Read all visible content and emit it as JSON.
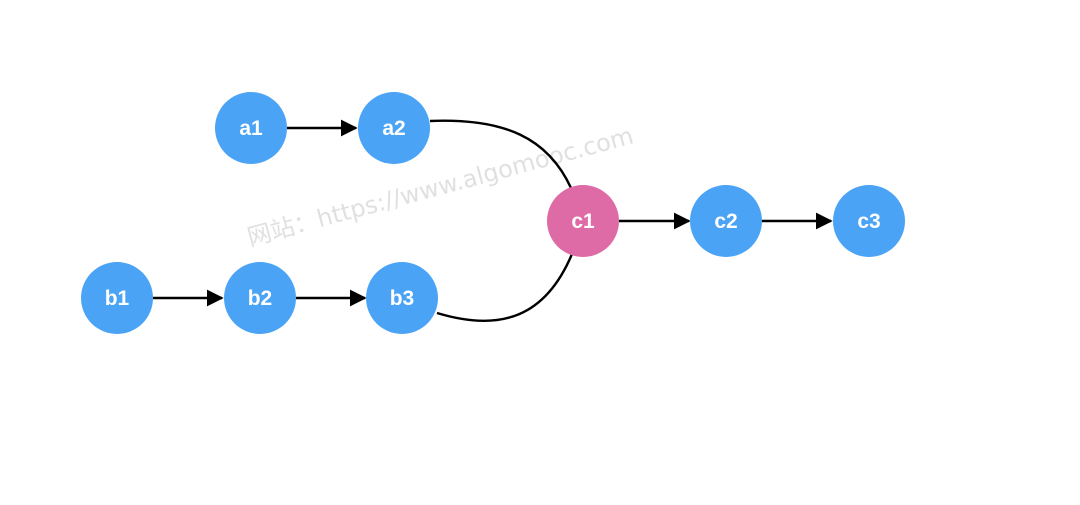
{
  "colors": {
    "node_default": "#4aa3f5",
    "node_highlight": "#de6aa6",
    "edge": "#000000",
    "background": "#ffffff",
    "watermark": "#c8c8c8"
  },
  "watermark": {
    "text": "网站：https://www.algomooc.com"
  },
  "nodes": [
    {
      "id": "a1",
      "label": "a1",
      "highlight": false
    },
    {
      "id": "a2",
      "label": "a2",
      "highlight": false
    },
    {
      "id": "b1",
      "label": "b1",
      "highlight": false
    },
    {
      "id": "b2",
      "label": "b2",
      "highlight": false
    },
    {
      "id": "b3",
      "label": "b3",
      "highlight": false
    },
    {
      "id": "c1",
      "label": "c1",
      "highlight": true
    },
    {
      "id": "c2",
      "label": "c2",
      "highlight": false
    },
    {
      "id": "c3",
      "label": "c3",
      "highlight": false
    }
  ],
  "edges": [
    {
      "from": "a1",
      "to": "a2",
      "arrow": true
    },
    {
      "from": "b1",
      "to": "b2",
      "arrow": true
    },
    {
      "from": "b2",
      "to": "b3",
      "arrow": true
    },
    {
      "from": "a2",
      "to": "c1",
      "arrow": false
    },
    {
      "from": "b3",
      "to": "c1",
      "arrow": false
    },
    {
      "from": "c1",
      "to": "c2",
      "arrow": true
    },
    {
      "from": "c2",
      "to": "c3",
      "arrow": true
    }
  ]
}
